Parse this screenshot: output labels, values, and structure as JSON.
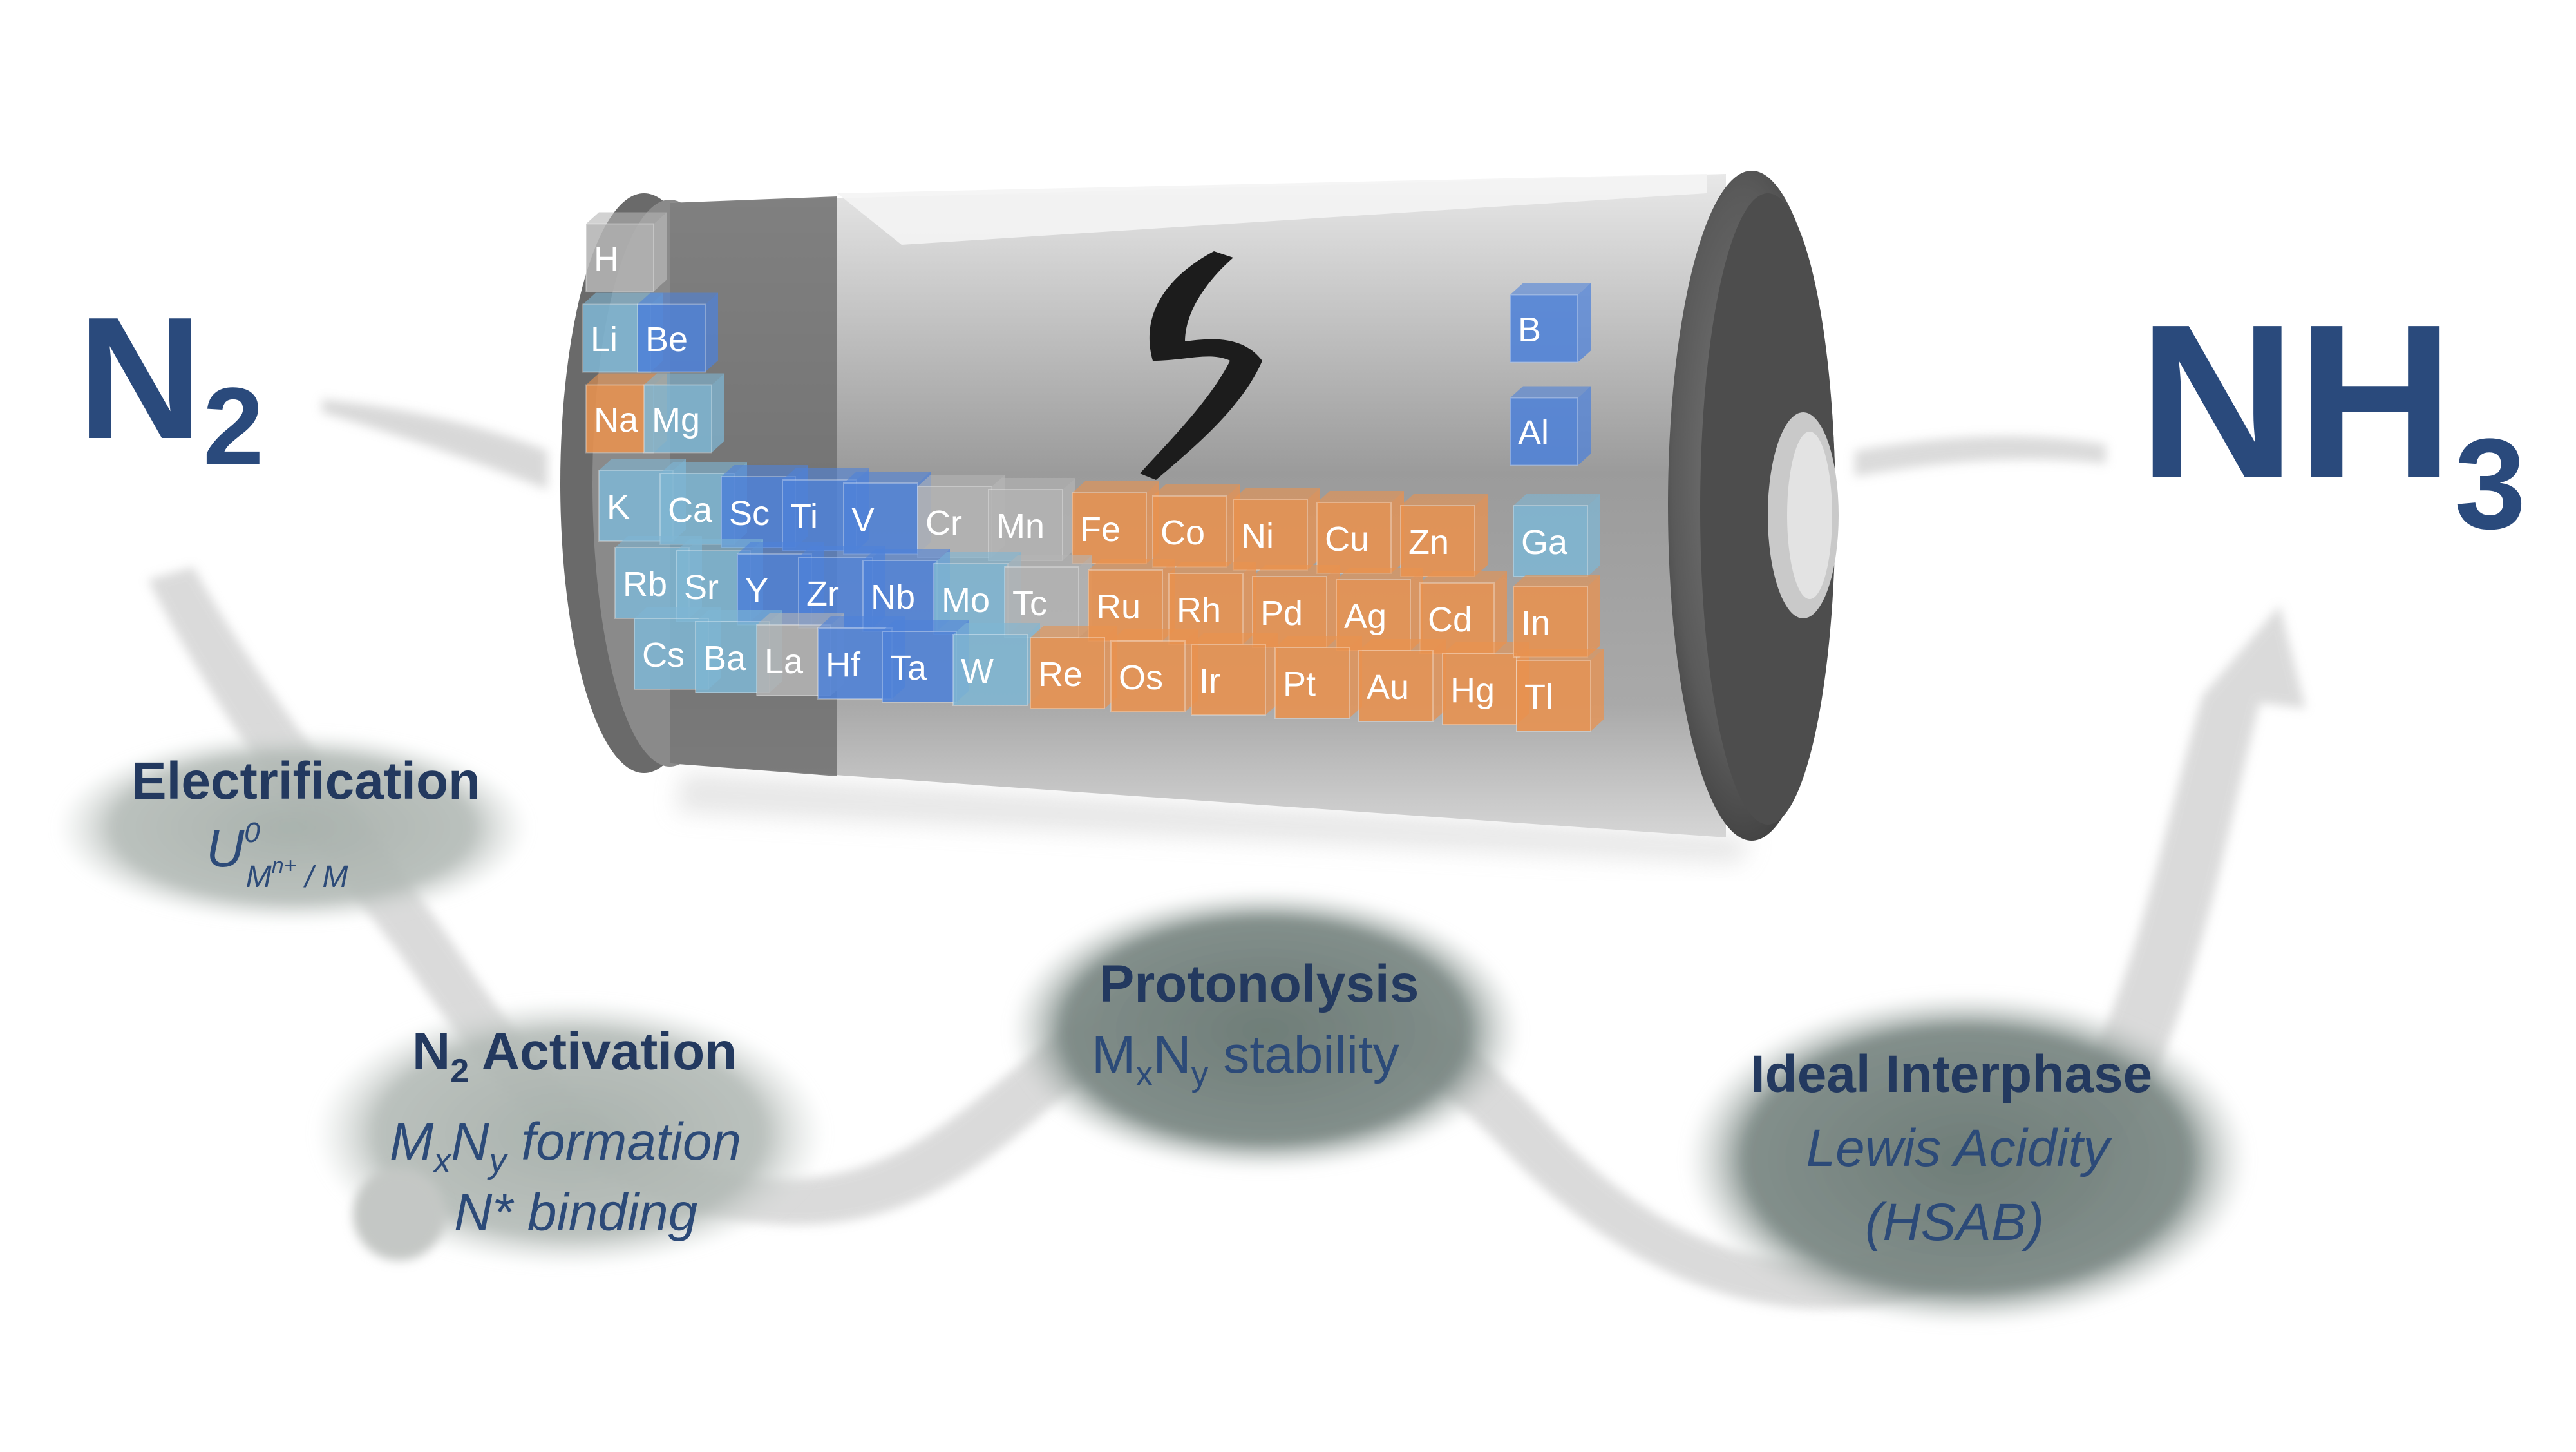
{
  "reactant": {
    "symbol": "N",
    "subscript": "2"
  },
  "product": {
    "symbol": "NH",
    "subscript": "3"
  },
  "battery": {
    "icon": "lightning-bolt-icon"
  },
  "stages": {
    "electrification": {
      "title": "Electrification",
      "sub_main": "U",
      "sub_sup": "0",
      "sub_base": "M",
      "sub_base_sup": "n+",
      "sub_tail": " / M"
    },
    "n2_activation": {
      "title_a": "N",
      "title_sub": "2",
      "title_b": " Activation",
      "line1_a": "M",
      "line1_x": "x",
      "line1_b": "N",
      "line1_y": "y",
      "line1_c": " formation",
      "line2": "N* binding"
    },
    "protonolysis": {
      "title": "Protonolysis",
      "line1_a": "M",
      "line1_x": "x",
      "line1_b": "N",
      "line1_y": "y",
      "line1_c": " stability"
    },
    "ideal_interphase": {
      "title": "Ideal Interphase",
      "line1": "Lewis Acidity",
      "line2": "(HSAB)"
    }
  },
  "elements": [
    {
      "symbol": "H",
      "group": "neutral"
    },
    {
      "symbol": "Li",
      "group": "alkali"
    },
    {
      "symbol": "Be",
      "group": "blue"
    },
    {
      "symbol": "Na",
      "group": "orange"
    },
    {
      "symbol": "Mg",
      "group": "alkali"
    },
    {
      "symbol": "K",
      "group": "alkali"
    },
    {
      "symbol": "Ca",
      "group": "alkali"
    },
    {
      "symbol": "Sc",
      "group": "blue"
    },
    {
      "symbol": "Ti",
      "group": "blue"
    },
    {
      "symbol": "V",
      "group": "blue"
    },
    {
      "symbol": "Cr",
      "group": "neutral"
    },
    {
      "symbol": "Mn",
      "group": "neutral"
    },
    {
      "symbol": "Fe",
      "group": "orange"
    },
    {
      "symbol": "Co",
      "group": "orange"
    },
    {
      "symbol": "Ni",
      "group": "orange"
    },
    {
      "symbol": "Cu",
      "group": "orange"
    },
    {
      "symbol": "Zn",
      "group": "orange"
    },
    {
      "symbol": "Rb",
      "group": "alkali"
    },
    {
      "symbol": "Sr",
      "group": "alkali"
    },
    {
      "symbol": "Y",
      "group": "blue"
    },
    {
      "symbol": "Zr",
      "group": "blue"
    },
    {
      "symbol": "Nb",
      "group": "blue"
    },
    {
      "symbol": "Mo",
      "group": "alkali"
    },
    {
      "symbol": "Tc",
      "group": "neutral"
    },
    {
      "symbol": "Ru",
      "group": "orange"
    },
    {
      "symbol": "Rh",
      "group": "orange"
    },
    {
      "symbol": "Pd",
      "group": "orange"
    },
    {
      "symbol": "Ag",
      "group": "orange"
    },
    {
      "symbol": "Cd",
      "group": "orange"
    },
    {
      "symbol": "Cs",
      "group": "alkali"
    },
    {
      "symbol": "Ba",
      "group": "alkali"
    },
    {
      "symbol": "La",
      "group": "neutral"
    },
    {
      "symbol": "Hf",
      "group": "blue"
    },
    {
      "symbol": "Ta",
      "group": "blue"
    },
    {
      "symbol": "W",
      "group": "alkali"
    },
    {
      "symbol": "Re",
      "group": "orange"
    },
    {
      "symbol": "Os",
      "group": "orange"
    },
    {
      "symbol": "Ir",
      "group": "orange"
    },
    {
      "symbol": "Pt",
      "group": "orange"
    },
    {
      "symbol": "Au",
      "group": "orange"
    },
    {
      "symbol": "Hg",
      "group": "orange"
    },
    {
      "symbol": "B",
      "group": "blue"
    },
    {
      "symbol": "Al",
      "group": "blue"
    },
    {
      "symbol": "Ga",
      "group": "alkali"
    },
    {
      "symbol": "In",
      "group": "orange"
    },
    {
      "symbol": "Tl",
      "group": "orange"
    }
  ],
  "colors": {
    "orange": "#e9924f",
    "blue": "#4f82d8",
    "alkali": "#7fb6d3",
    "neutral": "#b4b4b4",
    "text": "#2a4a7c"
  }
}
